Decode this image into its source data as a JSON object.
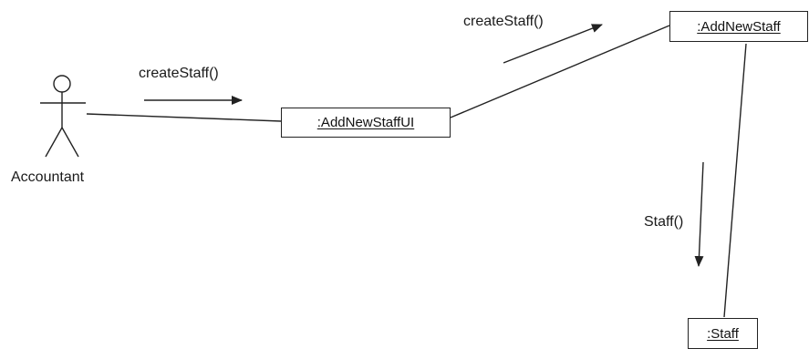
{
  "actor": {
    "name": "Accountant",
    "icon": "stick-figure-icon"
  },
  "objects": {
    "ui": ":AddNewStaffUI",
    "control": ":AddNewStaff",
    "entity": ":Staff"
  },
  "messages": {
    "actor_to_ui": "createStaff()",
    "ui_to_control": "createStaff()",
    "control_to_entity": "Staff()"
  },
  "colors": {
    "ink": "#222222",
    "background": "#ffffff"
  }
}
